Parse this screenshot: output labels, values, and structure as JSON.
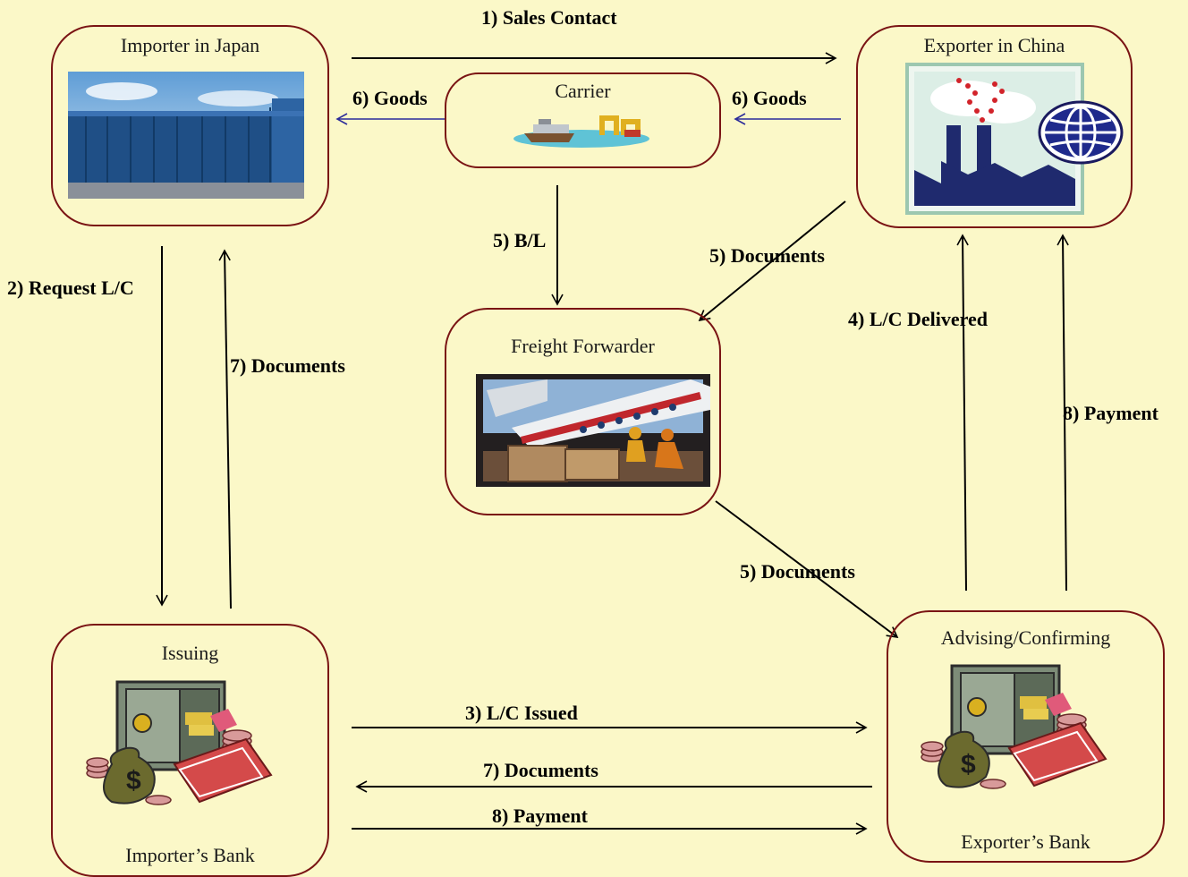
{
  "nodes": {
    "importer": {
      "title": "Importer in Japan"
    },
    "exporter": {
      "title": "Exporter in China"
    },
    "carrier": {
      "title": "Carrier"
    },
    "forwarder": {
      "title": "Freight Forwarder"
    },
    "issuing_bank": {
      "title": "Issuing",
      "subtitle": "Importer’s Bank"
    },
    "advising_bank": {
      "title": "Advising/Confirming",
      "subtitle": "Exporter’s Bank"
    }
  },
  "flows": {
    "sales_contact": "1) Sales Contact",
    "request_lc": "2) Request L/C",
    "lc_issued": "3)  L/C Issued",
    "lc_delivered": "4) L/C Delivered",
    "bl": "5) B/L",
    "documents_exporter": "5) Documents",
    "documents_forwarder": "5) Documents",
    "goods_to_importer": "6) Goods",
    "goods_to_carrier": "6) Goods",
    "documents_to_importer": "7) Documents",
    "documents_banks": "7) Documents",
    "payment_banks": "8) Payment",
    "payment_exporter": "8) Payment"
  },
  "icons": [
    "shipping-containers-picture",
    "factory-globe-picture",
    "cargo-ship-picture",
    "cargo-plane-loading-picture",
    "bank-safe-money-picture"
  ],
  "colors": {
    "background": "#fbf8c8",
    "node_border": "#7a1414",
    "goods_arrow": "#2b2b9a",
    "arrow": "#000000"
  }
}
